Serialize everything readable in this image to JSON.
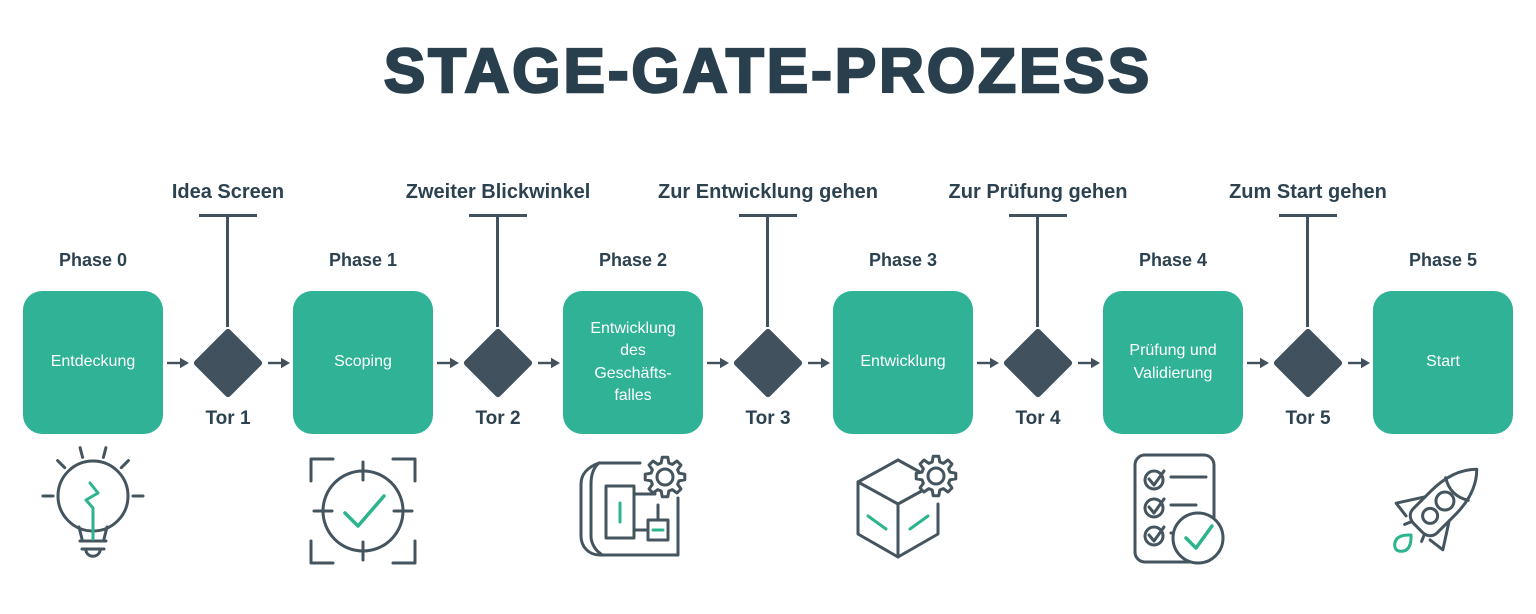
{
  "title": "STAGE-GATE-PROZESS",
  "phases": [
    {
      "label": "Phase 0",
      "name": "Entdeckung",
      "icon": "lightbulb"
    },
    {
      "label": "Phase 1",
      "name": "Scoping",
      "icon": "viewfinder-check"
    },
    {
      "label": "Phase 2",
      "name": "Entwicklung\ndes\nGeschäfts-\nfalles",
      "icon": "blueprint-gear"
    },
    {
      "label": "Phase 3",
      "name": "Entwicklung",
      "icon": "cube-gear"
    },
    {
      "label": "Phase 4",
      "name": "Prüfung und\nValidierung",
      "icon": "checklist-check"
    },
    {
      "label": "Phase 5",
      "name": "Start",
      "icon": "rocket"
    }
  ],
  "gates": [
    {
      "name": "Tor 1",
      "criterion": "Idea Screen"
    },
    {
      "name": "Tor 2",
      "criterion": "Zweiter Blickwinkel"
    },
    {
      "name": "Tor 3",
      "criterion": "Zur Entwicklung gehen"
    },
    {
      "name": "Tor 4",
      "criterion": "Zur Prüfung gehen"
    },
    {
      "name": "Tor 5",
      "criterion": "Zum Start gehen"
    }
  ],
  "colors": {
    "phase_fill": "#2fb296",
    "gate_fill": "#41525e",
    "heading_text": "#293f4d",
    "phase_text": "#ffffff",
    "icon_line": "#44555f",
    "icon_accent": "#2cb48e",
    "background": "#ffffff"
  }
}
